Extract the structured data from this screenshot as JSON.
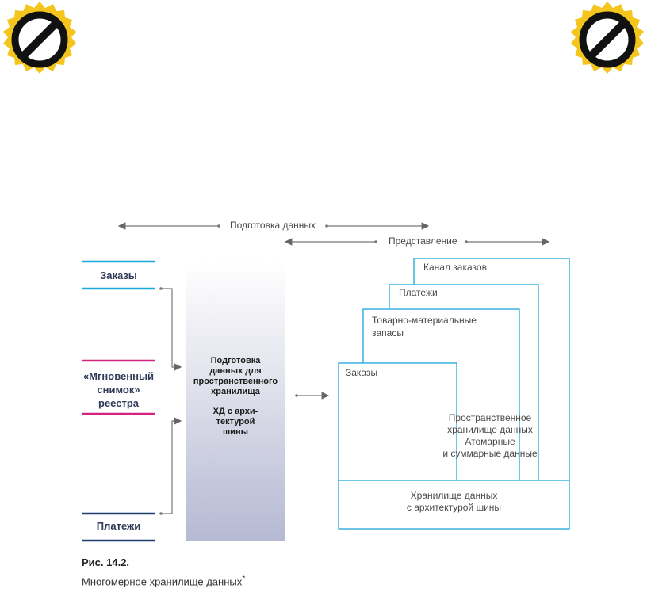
{
  "arrows": {
    "data_prep": "Подготовка данных",
    "presentation": "Представление"
  },
  "sources": {
    "orders": "Заказы",
    "snapshot_line1": "«Мгновенный",
    "snapshot_line2": "снимок»",
    "snapshot_line3": "реестра",
    "payments": "Платежи"
  },
  "center": {
    "line1": "Подготовка",
    "line2": "данных для",
    "line3": "пространственного",
    "line4": "хранилища",
    "line5": "ХД с архи-",
    "line6": "тектурой",
    "line7": "шины"
  },
  "boxes": {
    "order_channel": "Канал заказов",
    "payments": "Платежи",
    "inventory_line1": "Товарно-материальные",
    "inventory_line2": "запасы",
    "orders": "Заказы",
    "dim_line1": "Пространственное",
    "dim_line2": "хранилище данных",
    "dim_line3": "Атомарные",
    "dim_line4": "и суммарные данные",
    "bus_line1": "Хранилище данных",
    "bus_line2": "с архитектурой шины"
  },
  "caption": {
    "figure": "Рис. 14.2.",
    "text": "Многомерное хранилище данных",
    "mark": "*"
  },
  "colors": {
    "cyan": "#1ba8dc",
    "magenta": "#d3227f",
    "navy": "#1d3f70",
    "gray_line": "#7a7a7a",
    "badge_yellow": "#f4c51c",
    "badge_black": "#111111"
  },
  "icons": [
    "no-entry-badge-icon",
    "no-entry-badge-icon"
  ]
}
